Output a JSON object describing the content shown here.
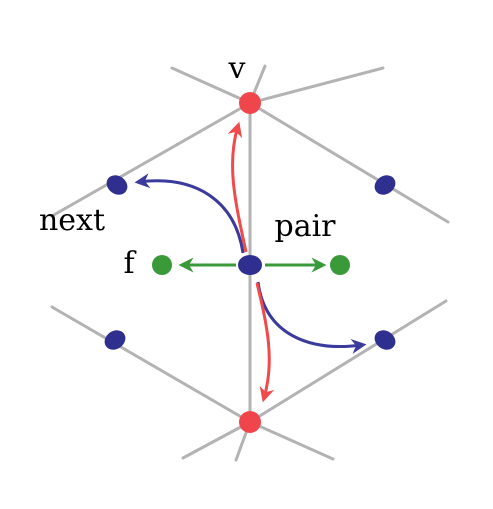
{
  "labels": {
    "vertex": "v",
    "next": "next",
    "face": "f",
    "pair": "pair"
  },
  "colors": {
    "mesh_edge": "#b3b3b3",
    "vertex": "#f0464b",
    "halfedge": "#2f2f8f",
    "face": "#3a9a3a",
    "next_arrow": "#3b3b9e",
    "vertex_arrow": "#f04a4a",
    "face_arrow": "#3a9a3a"
  }
}
